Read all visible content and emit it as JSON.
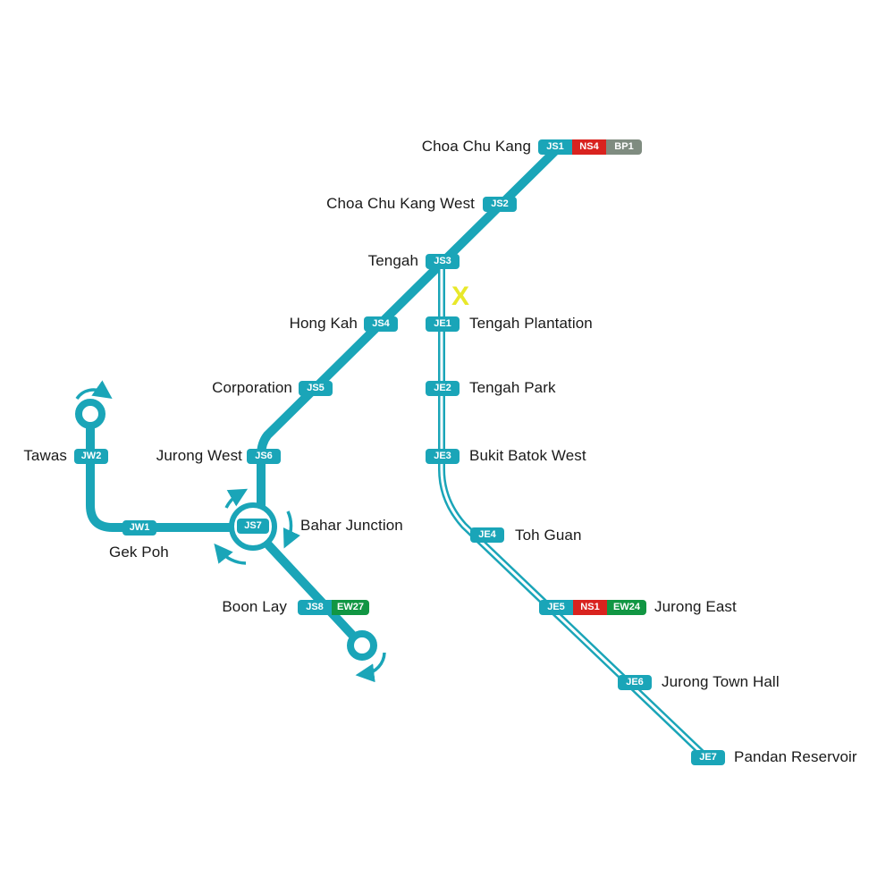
{
  "colors": {
    "jrl": "#1aa5b8",
    "nsl": "#d9231f",
    "bpl": "#7f8c80",
    "ewl": "#119643",
    "marker": "#e8e82a"
  },
  "stations": {
    "js1": {
      "name": "Choa Chu Kang",
      "codes": [
        "JS1",
        "NS4",
        "BP1"
      ]
    },
    "js2": {
      "name": "Choa Chu Kang West",
      "codes": [
        "JS2"
      ]
    },
    "js3": {
      "name": "Tengah",
      "codes": [
        "JS3"
      ]
    },
    "js4": {
      "name": "Hong Kah",
      "codes": [
        "JS4"
      ]
    },
    "js5": {
      "name": "Corporation",
      "codes": [
        "JS5"
      ]
    },
    "js6": {
      "name": "Jurong West",
      "codes": [
        "JS6"
      ]
    },
    "js7": {
      "name": "Bahar Junction",
      "codes": [
        "JS7"
      ]
    },
    "js8": {
      "name": "Boon Lay",
      "codes": [
        "JS8",
        "EW27"
      ]
    },
    "jw1": {
      "name": "Gek Poh",
      "codes": [
        "JW1"
      ]
    },
    "jw2": {
      "name": "Tawas",
      "codes": [
        "JW2"
      ]
    },
    "je1": {
      "name": "Tengah Plantation",
      "codes": [
        "JE1"
      ]
    },
    "je2": {
      "name": "Tengah Park",
      "codes": [
        "JE2"
      ]
    },
    "je3": {
      "name": "Bukit Batok West",
      "codes": [
        "JE3"
      ]
    },
    "je4": {
      "name": "Toh Guan",
      "codes": [
        "JE4"
      ]
    },
    "je5": {
      "name": "Jurong East",
      "codes": [
        "JE5",
        "NS1",
        "EW24"
      ]
    },
    "je6": {
      "name": "Jurong Town Hall",
      "codes": [
        "JE6"
      ]
    },
    "je7": {
      "name": "Pandan Reservoir",
      "codes": [
        "JE7"
      ]
    }
  },
  "marker": {
    "text": "X"
  }
}
